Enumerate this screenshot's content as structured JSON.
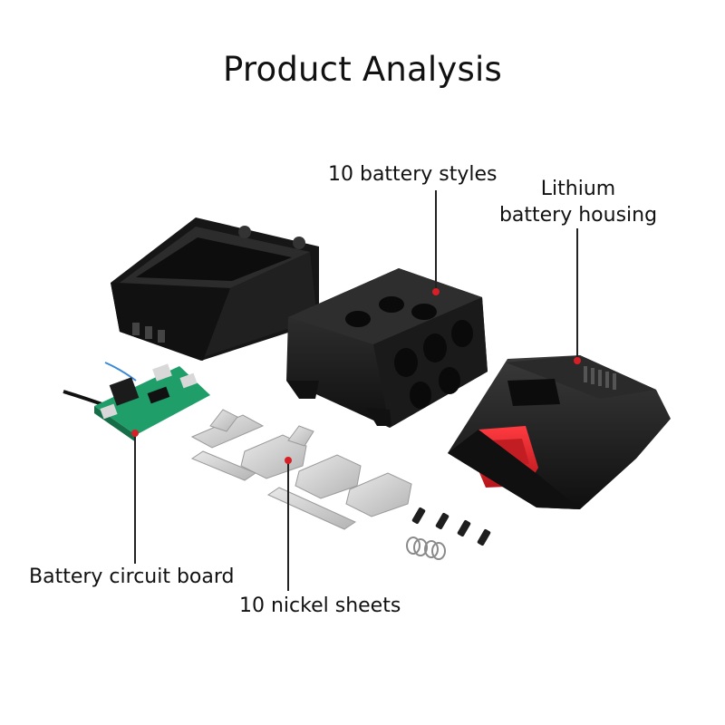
{
  "title": "Product Analysis",
  "labels": {
    "battery_styles": "10 battery styles",
    "housing_line1": "Lithium",
    "housing_line2": "battery housing",
    "circuit_board": "Battery circuit board",
    "nickel_sheets": "10 nickel sheets"
  },
  "colors": {
    "plastic": "#1b1b1b",
    "button_red": "#e0262b",
    "pcb_green": "#1f9e6a",
    "nickel": "#cfcfcf",
    "leader_dot": "#d61f26"
  }
}
